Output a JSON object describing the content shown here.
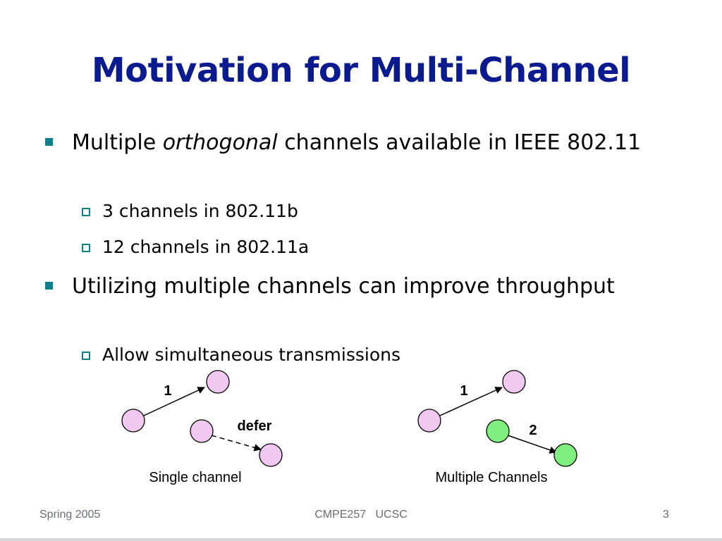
{
  "slide": {
    "title": "Motivation for Multi-Channel",
    "bullets": [
      {
        "text_before": "Multiple ",
        "text_emphasis": "orthogonal",
        "text_after": " channels available in IEEE 802.11",
        "sub": [
          "3 channels in 802.11b",
          "12 channels in 802.11a"
        ]
      },
      {
        "text": "Utilizing multiple channels can improve throughput",
        "sub": [
          "Allow simultaneous transmissions"
        ]
      }
    ]
  },
  "diagrams": {
    "single": {
      "caption": "Single channel",
      "link1_label": "1",
      "defer_label": "defer",
      "node_color": "#f0c8f0"
    },
    "multiple": {
      "caption": "Multiple Channels",
      "link1_label": "1",
      "link2_label": "2",
      "node_color_channel1": "#f0c8f0",
      "node_color_channel2": "#7ff07f"
    }
  },
  "footer": {
    "left": "Spring 2005",
    "center": "CMPE257   UCSC",
    "page_number": "3"
  },
  "colors": {
    "title": "#0b1a8e",
    "bullet_marker": "#0f7f8a",
    "footer_text": "#6b6b7b"
  }
}
